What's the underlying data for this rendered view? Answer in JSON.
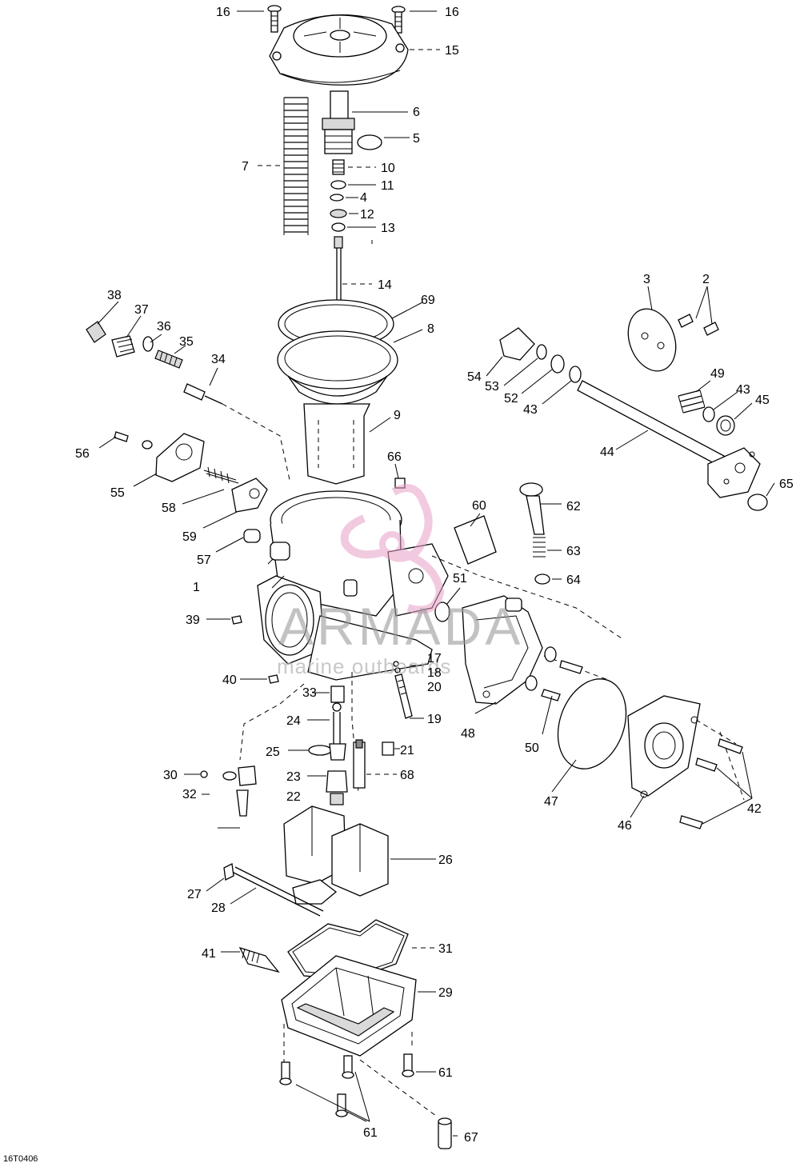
{
  "diagram": {
    "code": "16T0406",
    "watermark": {
      "brand": "ARMADA",
      "tagline": "marine outboards",
      "accent_color": "#e8a0c8"
    },
    "callouts": {
      "c1": "1",
      "c2": "2",
      "c3": "3",
      "c4": "4",
      "c5": "5",
      "c6": "6",
      "c7": "7",
      "c8": "8",
      "c9": "9",
      "c10": "10",
      "c11": "11",
      "c12": "12",
      "c13": "13",
      "c14": "14",
      "c15": "15",
      "c16": "16",
      "c17": "17",
      "c18": "18",
      "c19": "19",
      "c20": "20",
      "c21": "21",
      "c22": "22",
      "c23": "23",
      "c24": "24",
      "c25": "25",
      "c26": "26",
      "c27": "27",
      "c28": "28",
      "c29": "29",
      "c30": "30",
      "c31": "31",
      "c32": "32",
      "c33": "33",
      "c34": "34",
      "c35": "35",
      "c36": "36",
      "c37": "37",
      "c38": "38",
      "c39": "39",
      "c40": "40",
      "c41": "41",
      "c42": "42",
      "c43": "43",
      "c44": "44",
      "c45": "45",
      "c46": "46",
      "c47": "47",
      "c48": "48",
      "c49": "49",
      "c50": "50",
      "c51": "51",
      "c52": "52",
      "c53": "53",
      "c54": "54",
      "c55": "55",
      "c56": "56",
      "c57": "57",
      "c58": "58",
      "c59": "59",
      "c60": "60",
      "c61": "61",
      "c62": "62",
      "c63": "63",
      "c64": "64",
      "c65": "65",
      "c66": "66",
      "c67": "67",
      "c68": "68",
      "c69": "69"
    }
  }
}
